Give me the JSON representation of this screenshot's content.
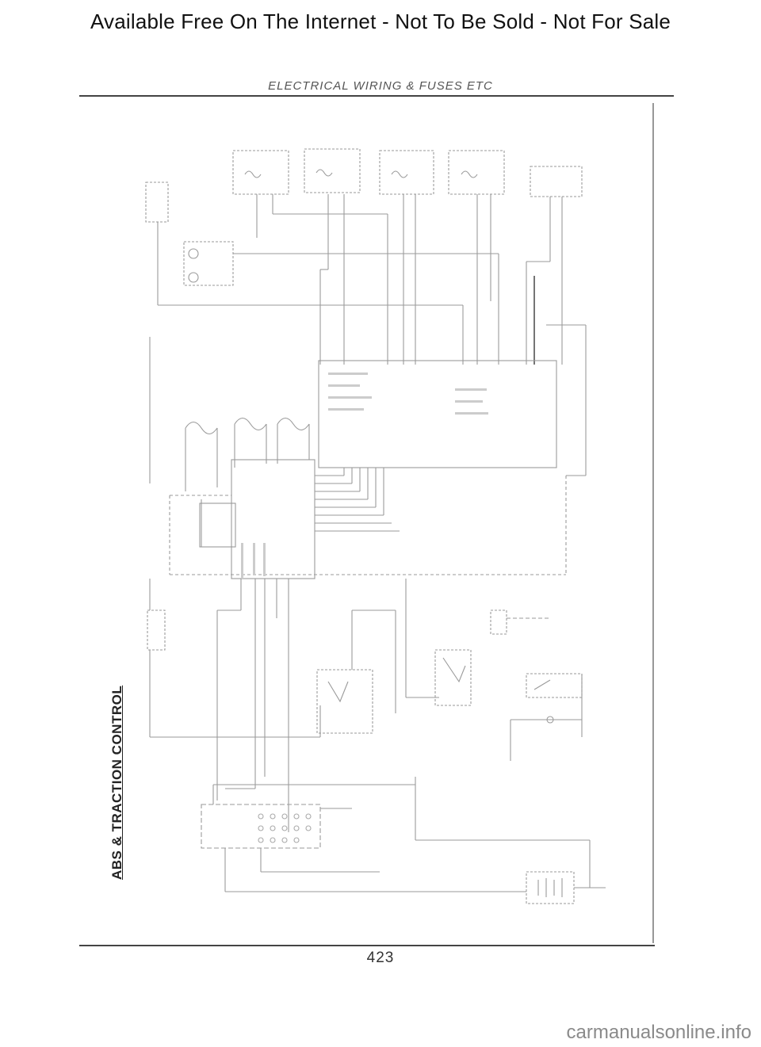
{
  "banner": {
    "text": "Available Free On The Internet - Not To Be Sold - Not For Sale"
  },
  "section": {
    "header": "ELECTRICAL WIRING & FUSES ETC"
  },
  "diagram": {
    "title": "ABS & TRACTION CONTROL"
  },
  "footer": {
    "page_number": "423"
  },
  "watermark": {
    "text": "carmanualsonline.info"
  }
}
